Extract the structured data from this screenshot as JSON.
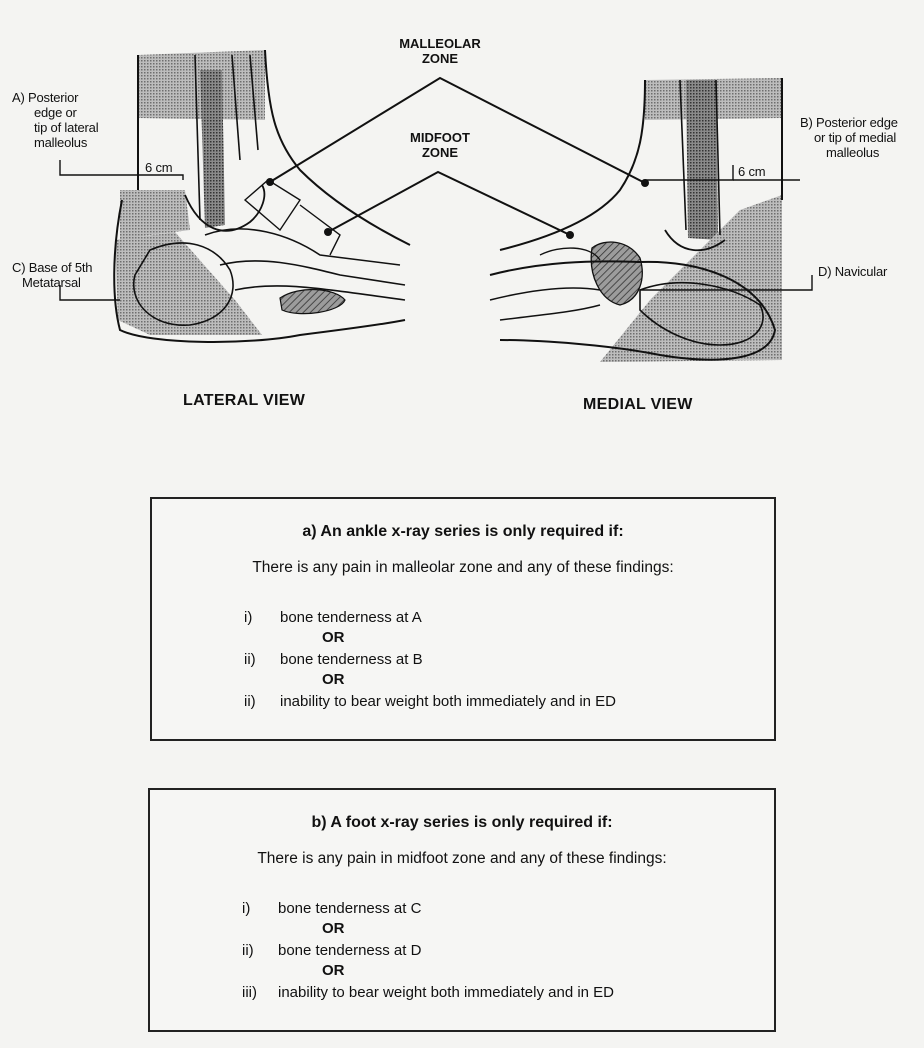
{
  "diagram": {
    "zones": {
      "malleolar": [
        "MALLEOLAR",
        "ZONE"
      ],
      "midfoot": [
        "MIDFOOT",
        "ZONE"
      ]
    },
    "labels": {
      "a": [
        "A) Posterior",
        "edge or",
        "tip of lateral",
        "malleolus"
      ],
      "b": [
        "B) Posterior edge",
        "or tip of medial",
        "malleolus"
      ],
      "c": [
        "C) Base of 5th",
        "Metatarsal"
      ],
      "d": "D) Navicular",
      "cm_left": "6 cm",
      "cm_right": "6 cm"
    },
    "views": {
      "lateral": "LATERAL VIEW",
      "medial": "MEDIAL VIEW"
    }
  },
  "ankle_box": {
    "title": "a) An ankle x-ray series is only required if:",
    "intro": "There is any pain in malleolar zone and any of these findings:",
    "items": [
      {
        "num": "i)",
        "text": "bone tenderness at A"
      },
      {
        "num": "ii)",
        "text": "bone tenderness at B"
      },
      {
        "num": "ii)",
        "text": "inability to bear weight both immediately and in ED"
      }
    ],
    "or": "OR"
  },
  "foot_box": {
    "title": "b) A foot x-ray series is only required if:",
    "intro": "There is any pain in midfoot zone and any of these findings:",
    "items": [
      {
        "num": "i)",
        "text": "bone tenderness at C"
      },
      {
        "num": "ii)",
        "text": "bone tenderness at D"
      },
      {
        "num": "iii)",
        "text": "inability to bear weight both immediately and in ED"
      }
    ],
    "or": "OR"
  }
}
